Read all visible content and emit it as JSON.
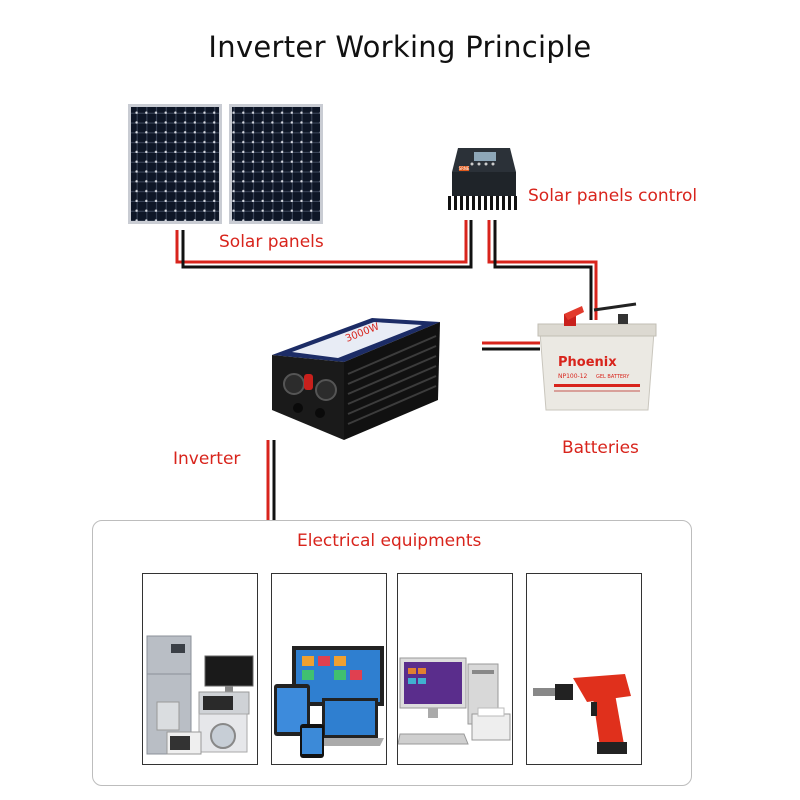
{
  "title": "Inverter Working Principle",
  "labels": {
    "solar_panels": "Solar panels",
    "solar_panels_control": "Solar panels control",
    "batteries": "Batteries",
    "inverter": "Inverter",
    "electrical_equipments": "Electrical equipments"
  },
  "device_text": {
    "controller_brand": "SRNE",
    "inverter_rating": "3000W",
    "battery_brand": "Phoenix",
    "battery_model": "NP100-12",
    "battery_sub": "GEL BATTERY"
  },
  "equipment_tiles": [
    "home-appliances",
    "multimedia-devices",
    "office-computer-printer",
    "power-drill"
  ],
  "colors": {
    "label_red": "#d8241c",
    "wire_red": "#d8241c",
    "wire_black": "#111111",
    "panel_cell": "#101828",
    "battery_body": "#eceae4"
  }
}
